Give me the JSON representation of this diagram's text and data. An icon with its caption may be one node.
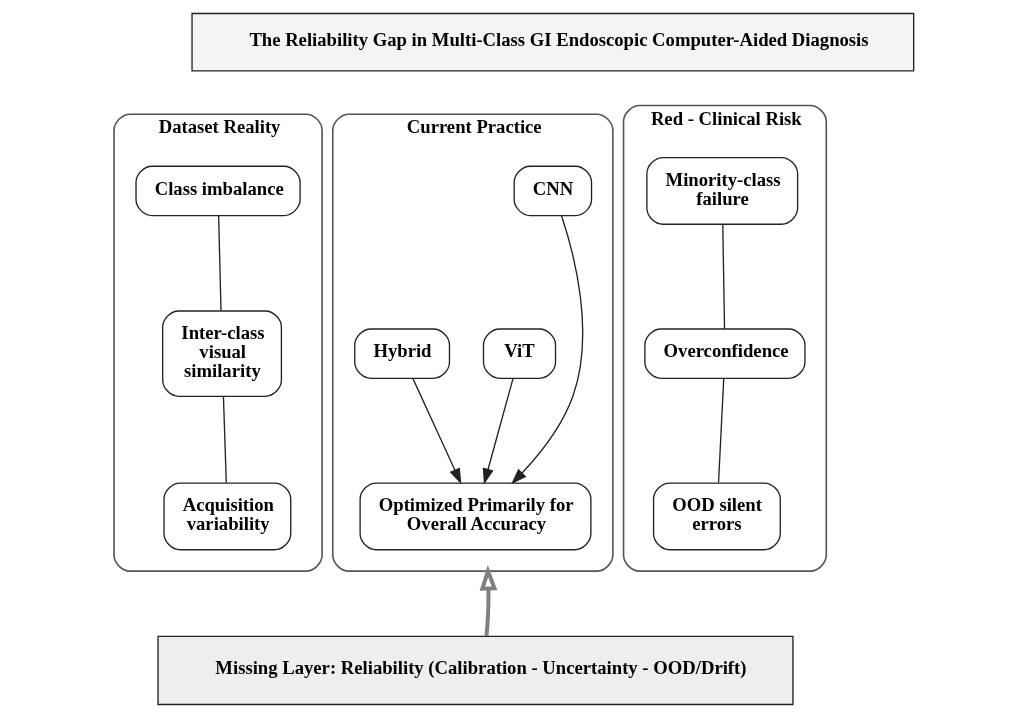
{
  "diagram": {
    "nodes": [
      {
        "text": [
          "The Reliability Gap in Multi-Class GI Endoscopic Computer-Aided Diagnosis"
        ]
      },
      {
        "text": [
          "Dataset Reality"
        ]
      },
      {
        "text": [
          "Class imbalance"
        ],
        "in": 1
      },
      {
        "text": [
          "Inter-class visual similarity"
        ],
        "in": 1
      },
      {
        "text": [
          "Acquisition variability"
        ],
        "in": 1
      },
      {
        "text": [
          "Current Practice"
        ]
      },
      {
        "text": [
          "CNN"
        ],
        "in": 5
      },
      {
        "text": [
          "ViT"
        ],
        "in": 5
      },
      {
        "text": [
          "Hybrid"
        ],
        "in": 5
      },
      {
        "text": [
          "Optimized Primarily for Overall Accuracy"
        ],
        "in": 5
      },
      {
        "text": [
          "Red - Clinical Risk"
        ]
      },
      {
        "text": [
          "Minority-class failure"
        ],
        "in": 10
      },
      {
        "text": [
          "Overconfidence"
        ],
        "in": 10
      },
      {
        "text": [
          "OOD silent errors"
        ],
        "in": 10
      },
      {
        "text": [
          "Missing Layer: Reliability (Calibration - Uncertainty - OOD/Drift)"
        ]
      }
    ],
    "edges": [
      {
        "from": 2,
        "to": 3,
        "arrow": "none"
      },
      {
        "from": 3,
        "to": 4,
        "arrow": "none"
      },
      {
        "from": 6,
        "to": 9,
        "arrow": "to"
      },
      {
        "from": 7,
        "to": 9,
        "arrow": "to"
      },
      {
        "from": 8,
        "to": 9,
        "arrow": "to"
      },
      {
        "from": 11,
        "to": 12,
        "arrow": "none"
      },
      {
        "from": 12,
        "to": 13,
        "arrow": "none"
      },
      {
        "from": 14,
        "to": 5,
        "arrow": "to",
        "style": "thick",
        "color": "#808080"
      }
    ]
  }
}
